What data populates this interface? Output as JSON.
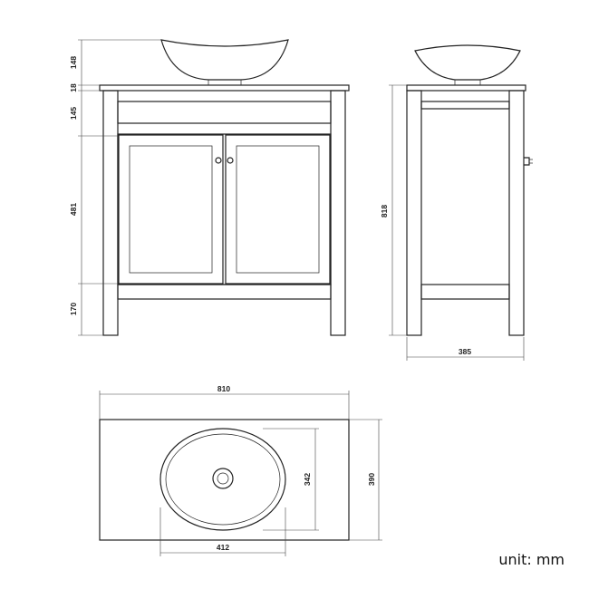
{
  "front_view": {
    "dims": {
      "basin_height": "148",
      "top_thickness": "18",
      "drawer_height": "145",
      "door_height": "481",
      "leg_height": "170"
    }
  },
  "side_view": {
    "dims": {
      "total_height": "818",
      "depth": "385"
    }
  },
  "top_view": {
    "dims": {
      "width": "810",
      "depth": "390",
      "basin_width": "412",
      "basin_depth": "342"
    }
  },
  "unit_label": "unit: mm"
}
